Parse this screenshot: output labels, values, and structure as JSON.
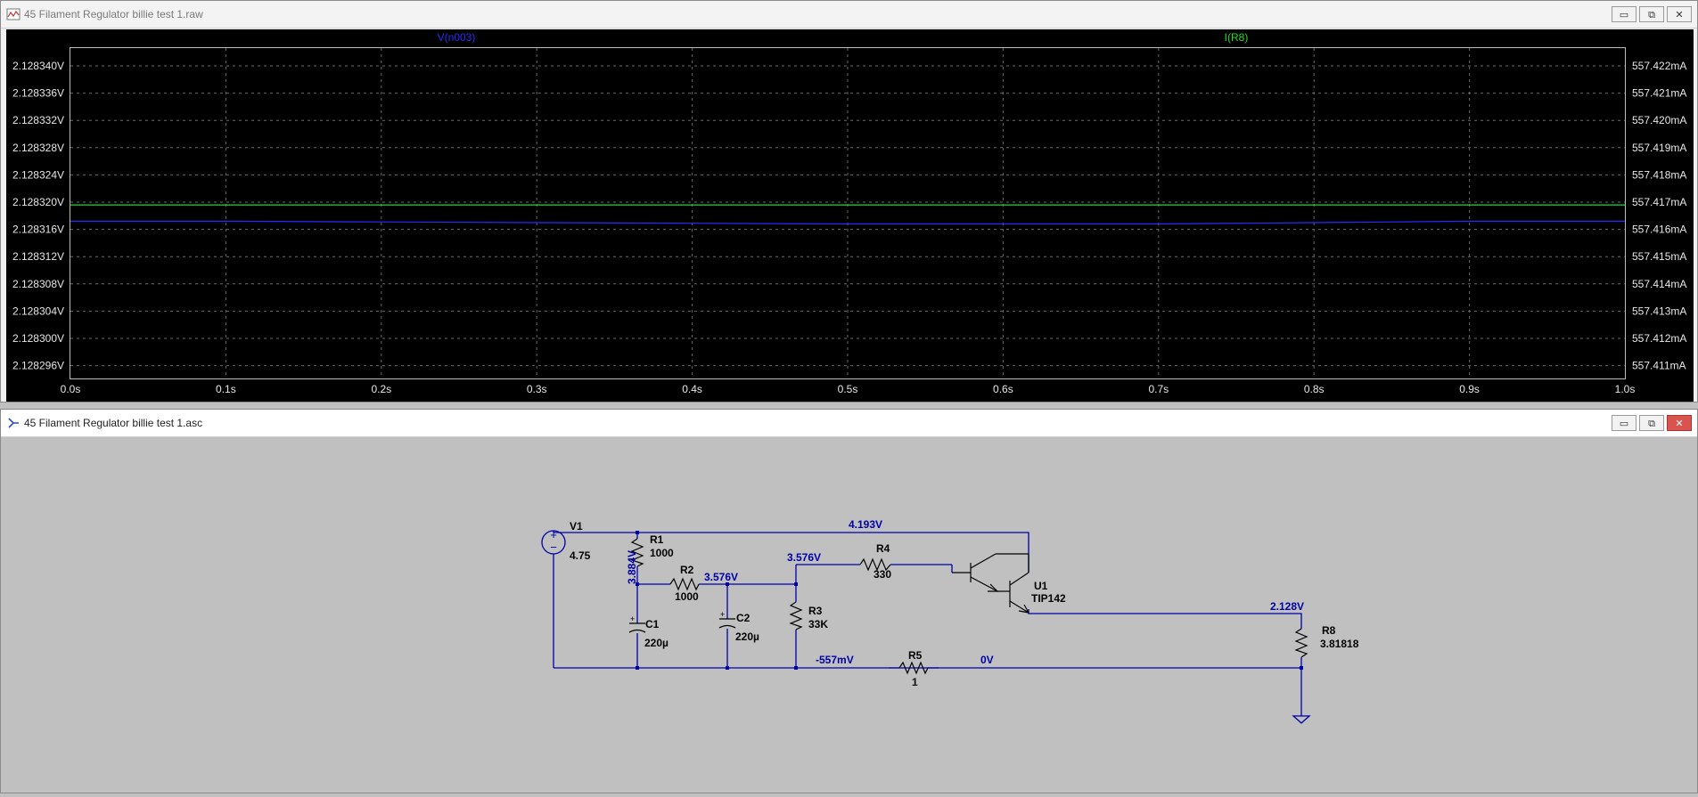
{
  "waveform_window": {
    "title": "45 Filament Regulator billie test 1.raw",
    "trace_labels": {
      "voltage": "V(n003)",
      "current": "I(R8)"
    },
    "left_axis_ticks": [
      "2.128340V",
      "2.128336V",
      "2.128332V",
      "2.128328V",
      "2.128324V",
      "2.128320V",
      "2.128316V",
      "2.128312V",
      "2.128308V",
      "2.128304V",
      "2.128300V",
      "2.128296V"
    ],
    "right_axis_ticks": [
      "557.422mA",
      "557.421mA",
      "557.420mA",
      "557.419mA",
      "557.418mA",
      "557.417mA",
      "557.416mA",
      "557.415mA",
      "557.414mA",
      "557.413mA",
      "557.412mA",
      "557.411mA"
    ],
    "x_axis_ticks": [
      "0.0s",
      "0.1s",
      "0.2s",
      "0.3s",
      "0.4s",
      "0.5s",
      "0.6s",
      "0.7s",
      "0.8s",
      "0.9s",
      "1.0s"
    ],
    "buttons": {
      "minimize": "▭",
      "maximize": "⧉",
      "close": "✕"
    }
  },
  "schematic_window": {
    "title": "45 Filament Regulator billie test 1.asc",
    "buttons": {
      "minimize": "▭",
      "maximize": "⧉",
      "close": "✕"
    }
  },
  "schematic": {
    "components": {
      "v1_name": "V1",
      "v1_value": "4.75",
      "r1_name": "R1",
      "r1_value": "1000",
      "r2_name": "R2",
      "r2_value": "1000",
      "r3_name": "R3",
      "r3_value": "33K",
      "r4_name": "R4",
      "r4_value": "330",
      "r5_name": "R5",
      "r5_value": "1",
      "r8_name": "R8",
      "r8_value": "3.81818",
      "c1_name": "C1",
      "c1_value": "220µ",
      "c2_name": "C2",
      "c2_value": "220µ",
      "u1_name": "U1",
      "u1_value": "TIP142"
    },
    "node_voltages": {
      "top_rail": "4.193V",
      "r1_r2_node": "3.884V",
      "c2_node": "3.576V",
      "r4_node": "3.576V",
      "output": "2.128V",
      "bottom_left": "-557mV",
      "bottom_right": "0V"
    }
  },
  "chart_data": {
    "type": "line",
    "x": [
      0.0,
      0.1,
      0.2,
      0.3,
      0.4,
      0.5,
      0.6,
      0.7,
      0.8,
      0.9,
      1.0
    ],
    "series": [
      {
        "name": "V(n003)",
        "color": "#2a2aff",
        "axis": "left",
        "values": [
          2.1283172,
          2.1283172,
          2.1283171,
          2.128317,
          2.1283169,
          2.1283168,
          2.1283168,
          2.1283168,
          2.128317,
          2.1283172,
          2.1283172
        ]
      },
      {
        "name": "I(R8)",
        "color": "#22dd22",
        "axis": "right",
        "values": [
          557.4169,
          557.4169,
          557.4169,
          557.4169,
          557.4169,
          557.4169,
          557.4169,
          557.4169,
          557.4169,
          557.4169,
          557.4169
        ]
      }
    ],
    "xlim": [
      0.0,
      1.0
    ],
    "ylim_left": [
      2.128296,
      2.128342
    ],
    "ylim_right": [
      557.411,
      557.4225
    ],
    "grid": true
  },
  "colors": {
    "wire": "#0000a8",
    "label": "#000000",
    "node_label": "#0000a8",
    "plot_bg": "#000000",
    "grid": "#6a6a6a"
  }
}
